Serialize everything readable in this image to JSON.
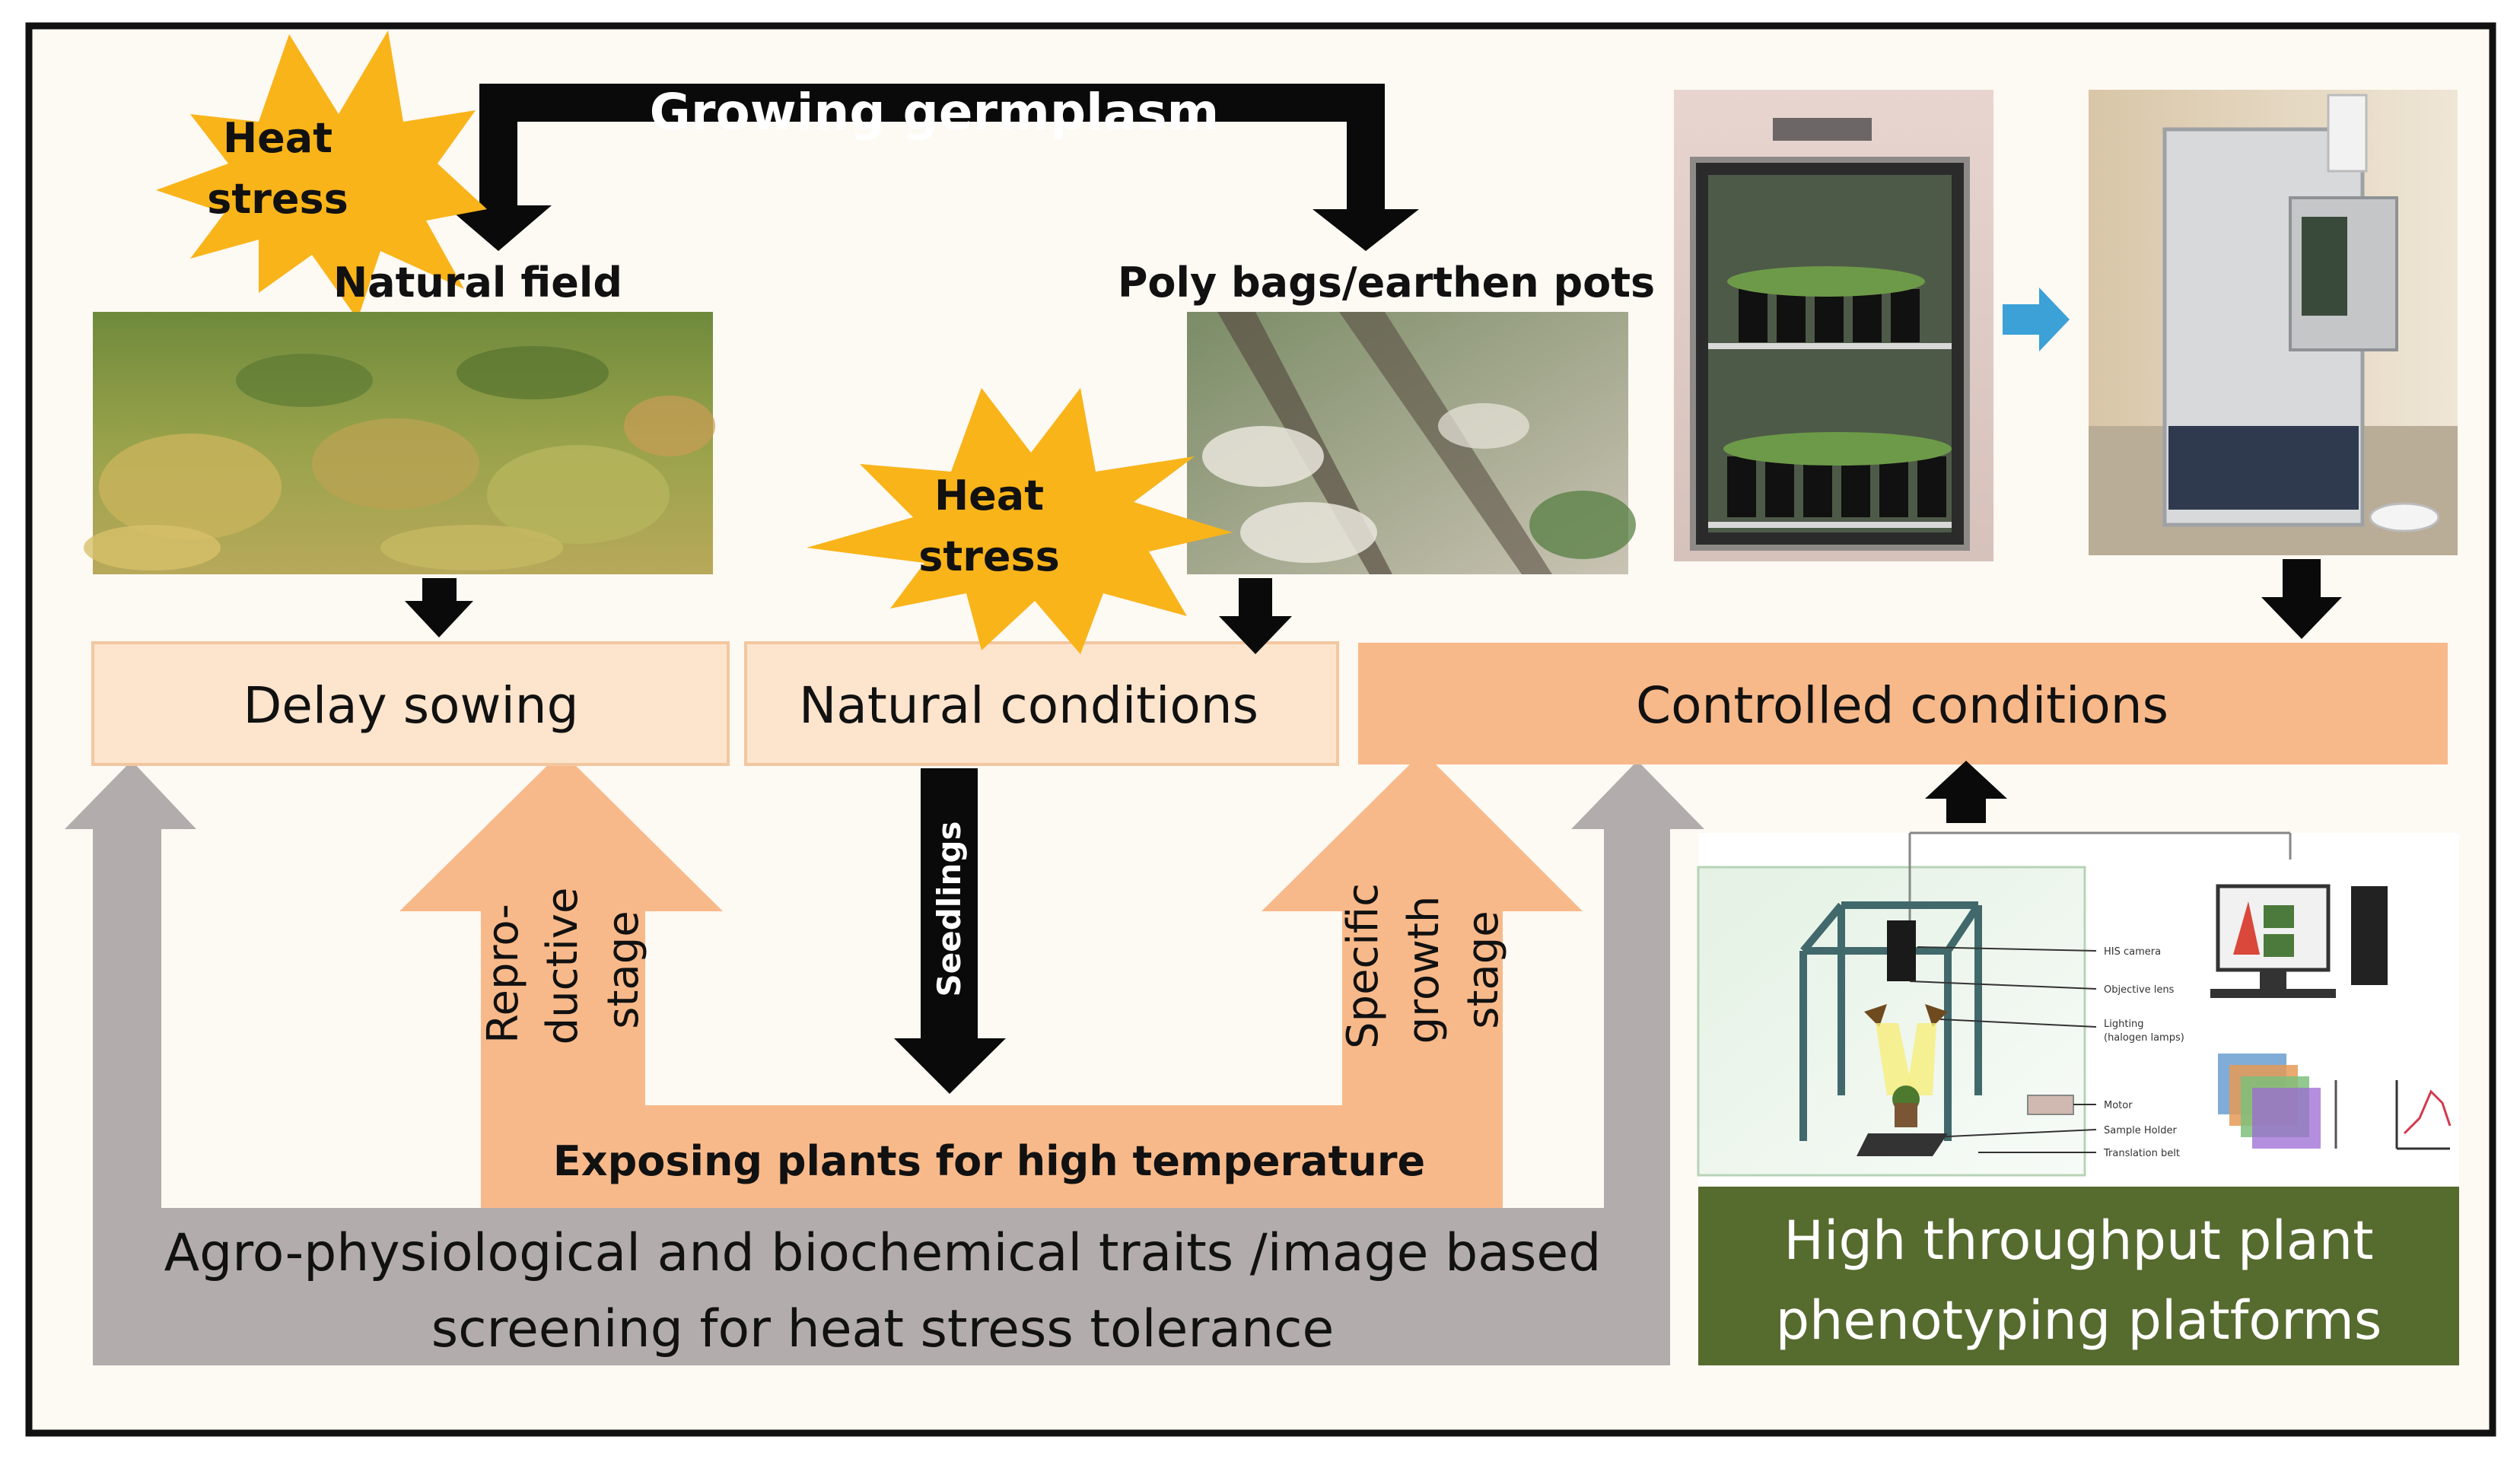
{
  "top": {
    "heat_stress_1": [
      "Heat",
      "stress"
    ],
    "germplasm_label": "Growing germplasm",
    "field_label": "Natural field",
    "pots_label": "Poly bags/earthen pots",
    "heat_stress_2": [
      "Heat",
      "stress"
    ]
  },
  "boxes": {
    "delay_sowing": "Delay  sowing",
    "natural_conditions": "Natural conditions",
    "controlled_conditions": "Controlled conditions"
  },
  "arrows": {
    "reproductive": [
      "Repro-",
      "ductive",
      "stage"
    ],
    "seedlings": "Seedlings",
    "specific": [
      "Specific",
      "growth",
      "stage"
    ]
  },
  "exposing_label": "Exposing plants for high temperature",
  "bottom_text": [
    "Agro-physiological and biochemical traits /image based",
    "screening  for heat stress tolerance"
  ],
  "htp": [
    "High throughput plant",
    "phenotyping platforms"
  ],
  "schematic_labels": [
    "HIS camera",
    "Objective lens",
    "Lighting",
    "(halogen lamps)",
    "Motor",
    "Sample Holder",
    "Translation belt"
  ],
  "colors": {
    "peach_box": "#fde4cc",
    "orange_arrow": "#f8b98a",
    "gray_arrow": "#b3acac",
    "starburst": "#f9b41a",
    "green_box": "#566b2e",
    "black_arrow": "#0a0a0a",
    "blue_arrow": "#3ba1d6"
  }
}
